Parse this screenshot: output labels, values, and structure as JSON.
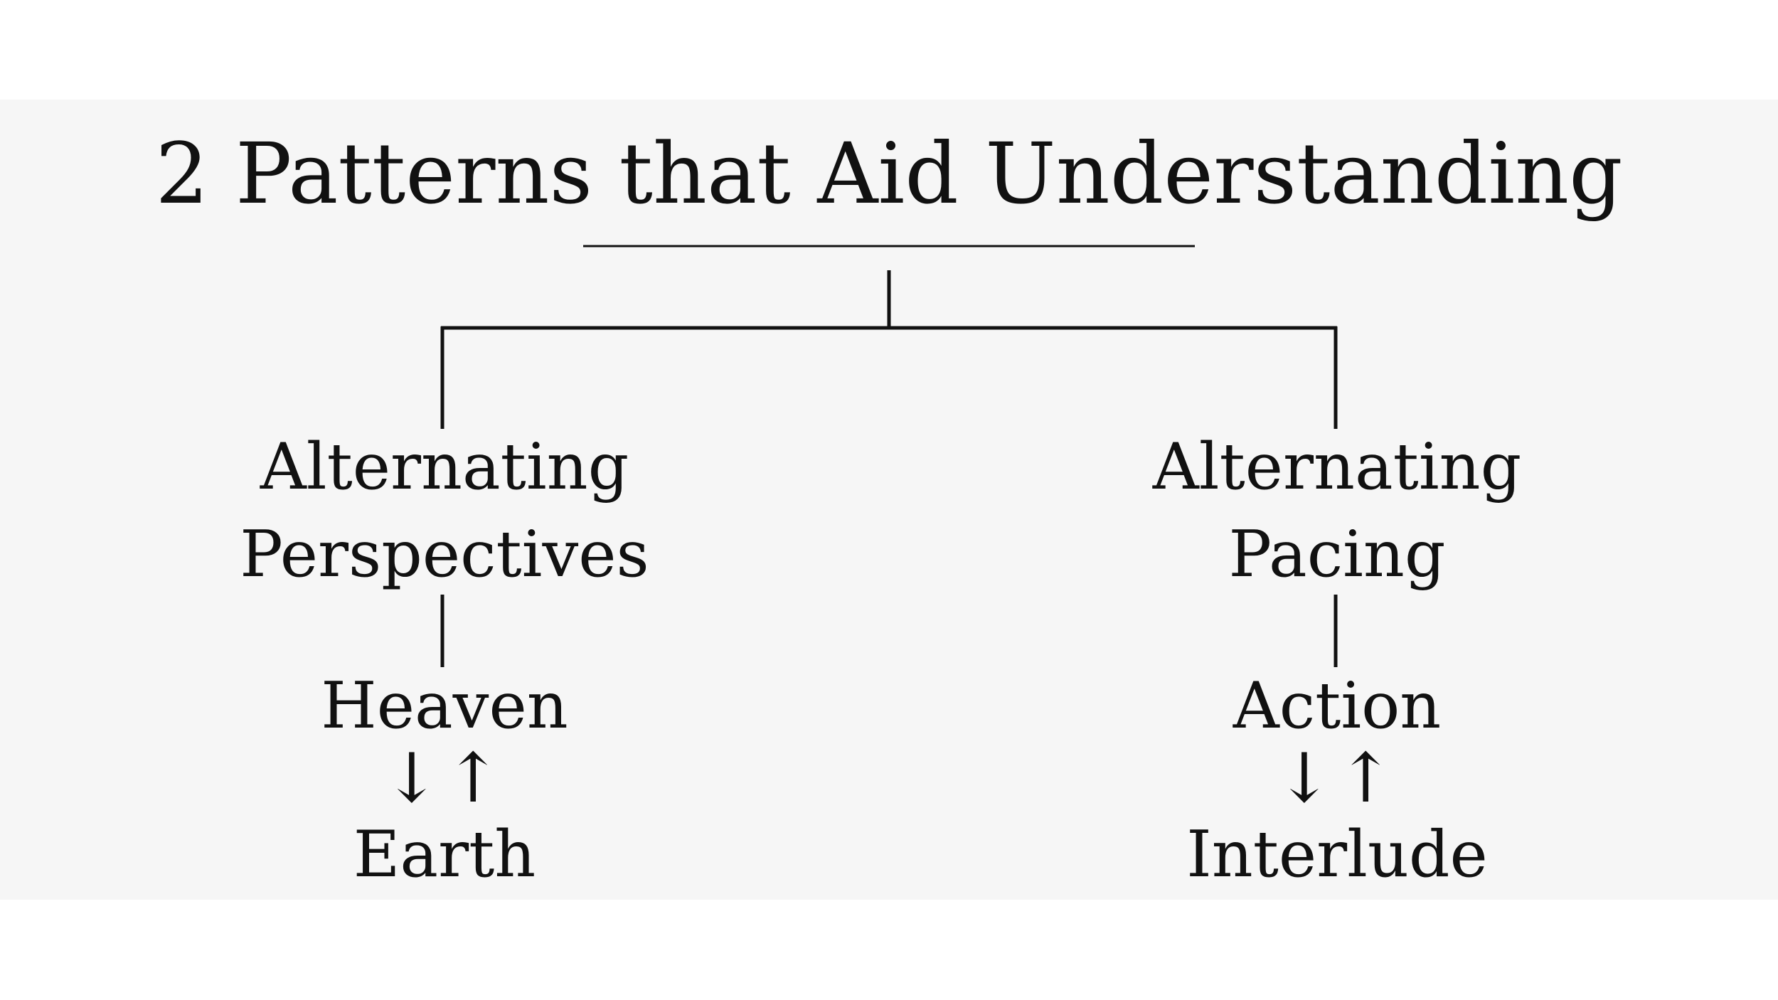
{
  "title": "2 Patterns that Aid Understanding",
  "branches": [
    {
      "heading_line1": "Alternating",
      "heading_line2": "Perspectives",
      "top": "Heaven",
      "arrows": "↓↑",
      "bottom": "Earth"
    },
    {
      "heading_line1": "Alternating",
      "heading_line2": "Pacing",
      "top": "Action",
      "arrows": "↓↑",
      "bottom": "Interlude"
    }
  ],
  "colors": {
    "panel": "#f6f6f6",
    "ink": "#111111"
  }
}
